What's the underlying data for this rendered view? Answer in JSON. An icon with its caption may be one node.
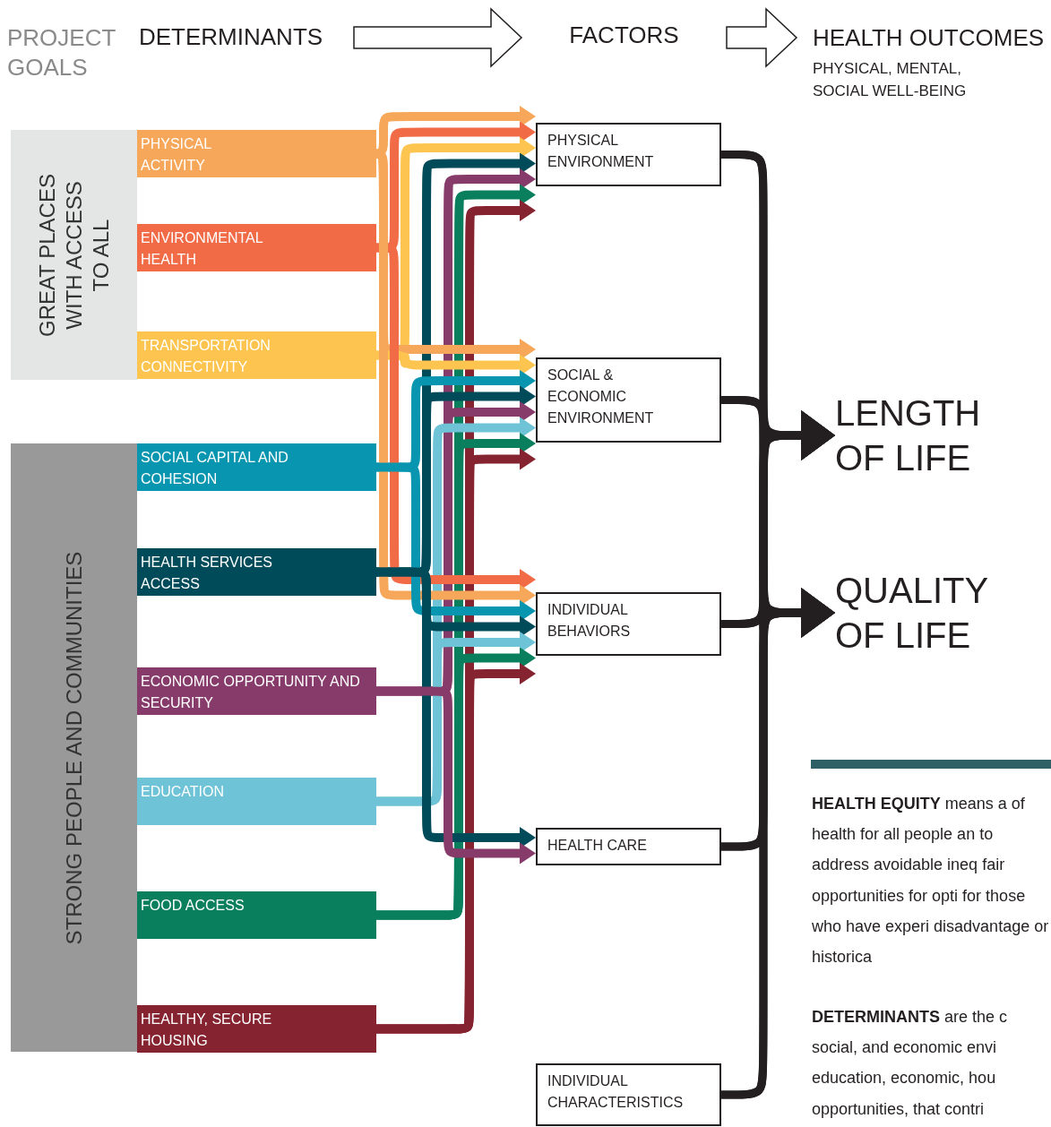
{
  "diagram": {
    "nodes": [
      {
        "text": [
          "DETERMINANTS"
        ]
      },
      {
        "text": [
          "FACTORS"
        ]
      },
      {
        "text": [
          "HEALTH OUTCOMES",
          "PHYSICAL, MENTAL, SOCIAL WELL-BEING"
        ]
      },
      {
        "text": [
          "GREAT PLACES WITH ACCESS TO ALL"
        ]
      },
      {
        "text": [
          "PHYSICAL ACTIVITY"
        ]
      },
      {
        "text": [
          "ENVIRONMENTAL HEALTH"
        ]
      },
      {
        "text": [
          "TRANSPORTATION CONNECTIVITY"
        ]
      },
      {
        "text": [
          "STRONG PEOPLE AND COMMUNITIES"
        ]
      },
      {
        "text": [
          "SOCIAL CAPITAL AND COHESION"
        ]
      },
      {
        "text": [
          "HEALTH SERVICES ACCESS"
        ]
      },
      {
        "text": [
          "ECONOMIC OPPORTUNITY AND SECURITY"
        ]
      },
      {
        "text": [
          "EDUCATION"
        ]
      },
      {
        "text": [
          "FOOD ACCESS"
        ]
      },
      {
        "text": [
          "HEALTHY, SECURE HOUSING"
        ]
      },
      {
        "text": [
          "PHYSICAL ENVIRONMENT"
        ]
      },
      {
        "text": [
          "SOCIAL & ECONOMIC ENVIRONMENT"
        ]
      },
      {
        "text": [
          "INDIVIDUAL BEHAVIORS"
        ]
      },
      {
        "text": [
          "HEALTH CARE"
        ]
      },
      {
        "text": [
          "INDIVIDUAL CHARACTERISTICS"
        ]
      },
      {
        "text": [
          "LENGTH OF LIFE"
        ]
      },
      {
        "text": [
          "QUALITY OF LIFE"
        ]
      }
    ],
    "edges": [
      {
        "from": 0,
        "to": 1,
        "arrow": "to",
        "style": "thick"
      },
      {
        "from": 1,
        "to": 2,
        "arrow": "to",
        "style": "thick"
      },
      {
        "from": 4,
        "to": 14,
        "arrow": "to",
        "color": "#f7a75a"
      },
      {
        "from": 5,
        "to": 14,
        "arrow": "to",
        "color": "#f26b47"
      },
      {
        "from": 6,
        "to": 14,
        "arrow": "to",
        "color": "#fdc54f"
      },
      {
        "from": 9,
        "to": 14,
        "arrow": "to",
        "color": "#004b59"
      },
      {
        "from": 10,
        "to": 14,
        "arrow": "to",
        "color": "#873b6a"
      },
      {
        "from": 12,
        "to": 14,
        "arrow": "to",
        "color": "#0a7f5d"
      },
      {
        "from": 13,
        "to": 14,
        "arrow": "to",
        "color": "#852330"
      },
      {
        "from": 4,
        "to": 15,
        "arrow": "to",
        "color": "#f7a75a"
      },
      {
        "from": 6,
        "to": 15,
        "arrow": "to",
        "color": "#fdc54f"
      },
      {
        "from": 8,
        "to": 15,
        "arrow": "to",
        "color": "#0795b0"
      },
      {
        "from": 9,
        "to": 15,
        "arrow": "to",
        "color": "#004b59"
      },
      {
        "from": 10,
        "to": 15,
        "arrow": "to",
        "color": "#873b6a"
      },
      {
        "from": 11,
        "to": 15,
        "arrow": "to",
        "color": "#6fc3d6"
      },
      {
        "from": 12,
        "to": 15,
        "arrow": "to",
        "color": "#0a7f5d"
      },
      {
        "from": 13,
        "to": 15,
        "arrow": "to",
        "color": "#852330"
      },
      {
        "from": 5,
        "to": 16,
        "arrow": "to",
        "color": "#f26b47"
      },
      {
        "from": 4,
        "to": 16,
        "arrow": "to",
        "color": "#f7a75a"
      },
      {
        "from": 8,
        "to": 16,
        "arrow": "to",
        "color": "#0795b0"
      },
      {
        "from": 9,
        "to": 16,
        "arrow": "to",
        "color": "#004b59"
      },
      {
        "from": 11,
        "to": 16,
        "arrow": "to",
        "color": "#6fc3d6"
      },
      {
        "from": 12,
        "to": 16,
        "arrow": "to",
        "color": "#0a7f5d"
      },
      {
        "from": 13,
        "to": 16,
        "arrow": "to",
        "color": "#852330"
      },
      {
        "from": 9,
        "to": 17,
        "arrow": "to",
        "color": "#004b59"
      },
      {
        "from": 10,
        "to": 17,
        "arrow": "to",
        "color": "#873b6a"
      },
      {
        "from": 14,
        "to": 19,
        "arrow": "to"
      },
      {
        "from": 14,
        "to": 20,
        "arrow": "to"
      },
      {
        "from": 15,
        "to": 19,
        "arrow": "to"
      },
      {
        "from": 15,
        "to": 20,
        "arrow": "to"
      },
      {
        "from": 16,
        "to": 19,
        "arrow": "to"
      },
      {
        "from": 16,
        "to": 20,
        "arrow": "to"
      },
      {
        "from": 17,
        "to": 19,
        "arrow": "to"
      },
      {
        "from": 17,
        "to": 20,
        "arrow": "to"
      },
      {
        "from": 18,
        "to": 19,
        "arrow": "to"
      },
      {
        "from": 18,
        "to": 20,
        "arrow": "to"
      }
    ],
    "labels": [
      "PROJECT GOALS",
      "**HEALTH EQUITY** means a of health for all people an to address avoidable ineq fair opportunities for opti for those who have experi disadvantage or historica",
      "**DETERMINANTS** are the c social, and economic envi education, economic, hou opportunities, that contri"
    ]
  }
}
